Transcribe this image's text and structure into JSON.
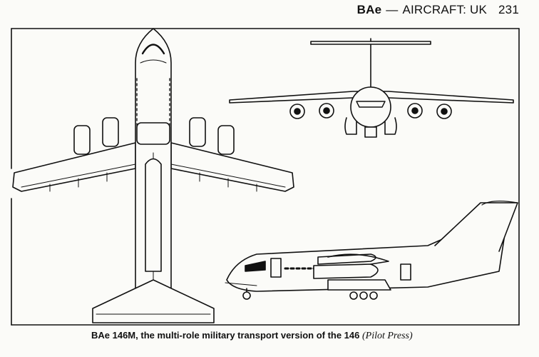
{
  "header": {
    "manufacturer": "BAe",
    "dash": "—",
    "section": "AIRCRAFT: UK",
    "page_number": "231"
  },
  "caption": {
    "text": "BAe 146M, the multi-role military transport version of the 146",
    "credit": "(Pilot Press)"
  }
}
